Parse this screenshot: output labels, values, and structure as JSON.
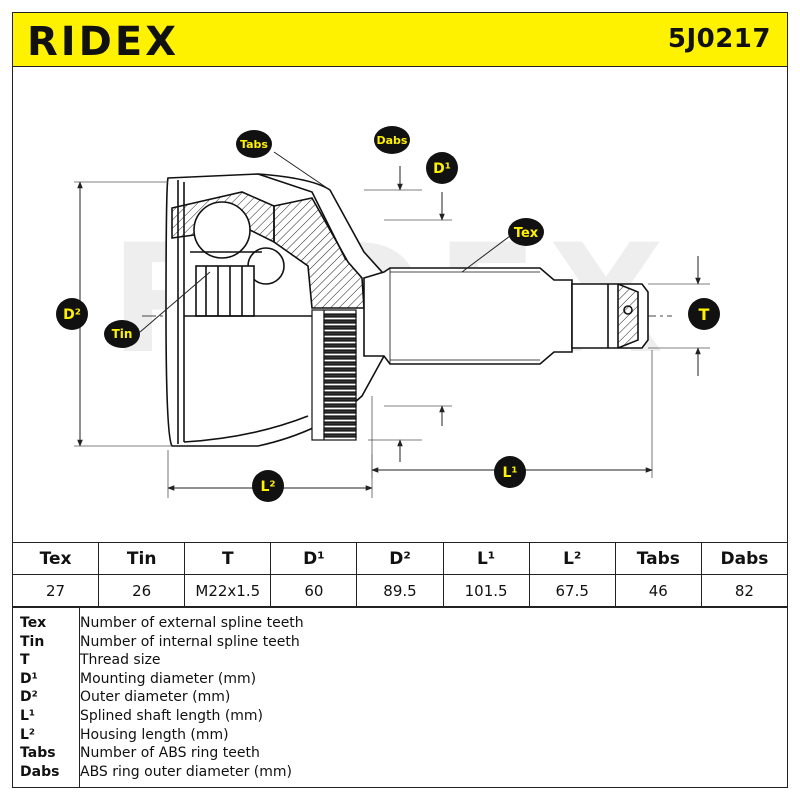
{
  "header": {
    "brand": "RIDEX",
    "part_number": "5J0217",
    "accent_color": "#fff200"
  },
  "diagram": {
    "watermark": "RIDEX",
    "labels": {
      "tabs": "Tabs",
      "dabs": "Dabs",
      "d1": "D¹",
      "tex": "Tex",
      "t": "T",
      "d2": "D²",
      "tin": "Tin",
      "l2": "L²",
      "l1": "L¹"
    }
  },
  "specs": {
    "columns": [
      "Tex",
      "Tin",
      "T",
      "D¹",
      "D²",
      "L¹",
      "L²",
      "Tabs",
      "Dabs"
    ],
    "values": [
      "27",
      "26",
      "M22x1.5",
      "60",
      "89.5",
      "101.5",
      "67.5",
      "46",
      "82"
    ]
  },
  "legend": [
    {
      "key": "Tex",
      "desc": "Number of external spline teeth"
    },
    {
      "key": "Tin",
      "desc": "Number of internal spline teeth"
    },
    {
      "key": "T",
      "desc": "Thread size"
    },
    {
      "key": "D¹",
      "desc": "Mounting diameter (mm)"
    },
    {
      "key": "D²",
      "desc": "Outer diameter (mm)"
    },
    {
      "key": "L¹",
      "desc": "Splined shaft length (mm)"
    },
    {
      "key": "L²",
      "desc": "Housing length (mm)"
    },
    {
      "key": "Tabs",
      "desc": "Number of ABS ring teeth"
    },
    {
      "key": "Dabs",
      "desc": "ABS ring outer diameter (mm)"
    }
  ]
}
